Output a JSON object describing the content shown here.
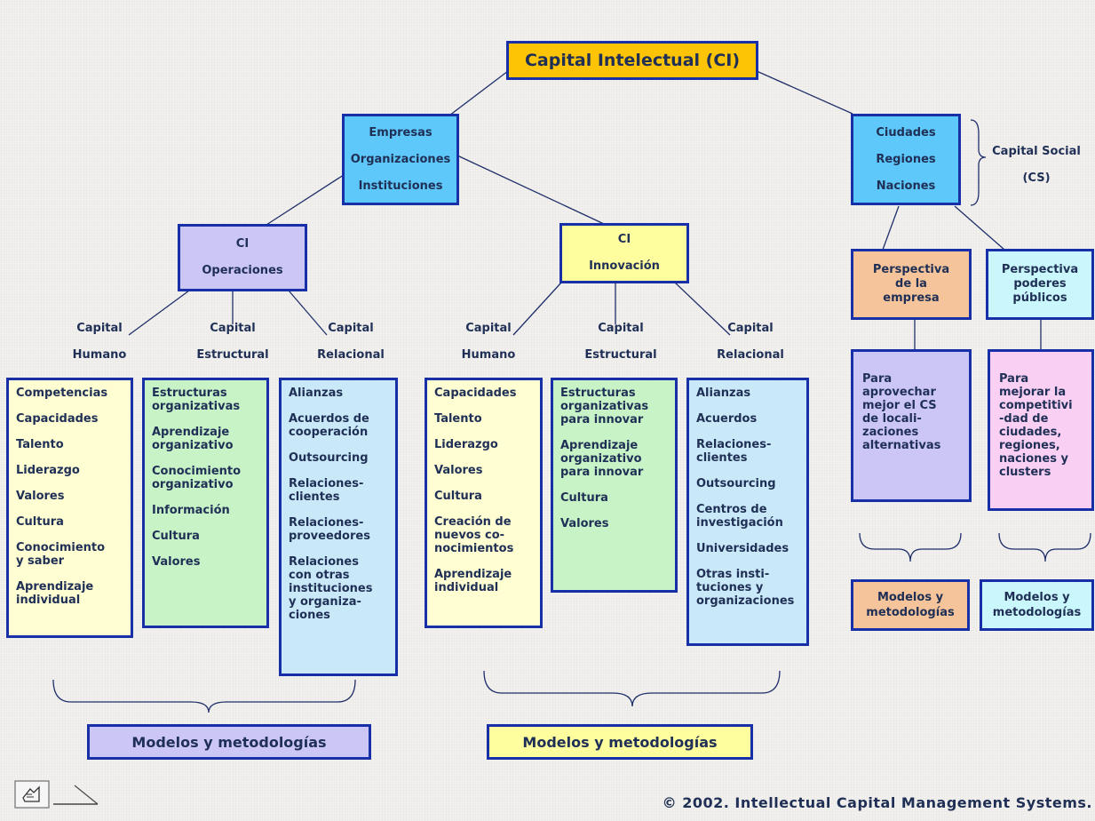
{
  "root": "Capital Intelectual (CI)",
  "companies": [
    "Empresas",
    "Organizaciones",
    "Instituciones"
  ],
  "cities": [
    "Ciudades",
    "Regiones",
    "Naciones"
  ],
  "capital_social": "Capital Social\n(CS)",
  "ci_operaciones": {
    "line1": "CI",
    "line2": "Operaciones"
  },
  "ci_innovacion": {
    "line1": "CI",
    "line2": "Innovación"
  },
  "labels": {
    "humano": "Capital\nHumano",
    "estructural": "Capital\nEstructural",
    "relacional": "Capital\nRelacional"
  },
  "lists": {
    "op_humano": [
      "Competencias",
      "Capacidades",
      "Talento",
      "Liderazgo",
      "Valores",
      "Cultura",
      "Conocimiento\ny saber",
      "Aprendizaje\nindividual"
    ],
    "op_estructural": [
      "Estructuras\norganizativas",
      "Aprendizaje\norganizativo",
      "Conocimiento\norganizativo",
      "Información",
      "Cultura",
      "Valores"
    ],
    "op_relacional": [
      "Alianzas",
      "Acuerdos de\ncooperación",
      "Outsourcing",
      "Relaciones-\nclientes",
      "Relaciones-\nproveedores",
      "Relaciones\ncon otras\ninstituciones\ny organiza-\nciones"
    ],
    "in_humano": [
      "Capacidades",
      "Talento",
      "Liderazgo",
      "Valores",
      "Cultura",
      "Creación de\nnuevos co-\nnocimientos",
      "Aprendizaje\nindividual"
    ],
    "in_estructural": [
      "Estructuras\norganizativas\npara innovar",
      "Aprendizaje\norganizativo\npara innovar",
      "Cultura",
      "Valores"
    ],
    "in_relacional": [
      "Alianzas",
      "Acuerdos",
      "Relaciones-\nclientes",
      "Outsourcing",
      "Centros de\ninvestigación",
      "Universidades",
      "Otras insti-\ntuciones y\norganizaciones"
    ]
  },
  "perspectiva_empresa": "Perspectiva\nde la\nempresa",
  "perspectiva_poderes": "Perspectiva\npoderes\npúblicos",
  "para_empresa": "Para\naprovechar\nmejor el CS\nde locali-\nzaciones\nalternativas",
  "para_poderes": "Para\nmejorar la\ncompetitivi\n-dad de\nciudades,\nregiones,\nnaciones y\nclusters",
  "modelos_small": "Modelos y\nmetodologías",
  "modelos_large": "Modelos y metodologías",
  "copyright": "© 2002. Intellectual Capital Management Systems.",
  "icons": [
    "back-icon",
    "pen-icon"
  ],
  "colors": {
    "border": "#1730a8",
    "root": "#fdc406",
    "blue": "#5ec8fa"
  }
}
